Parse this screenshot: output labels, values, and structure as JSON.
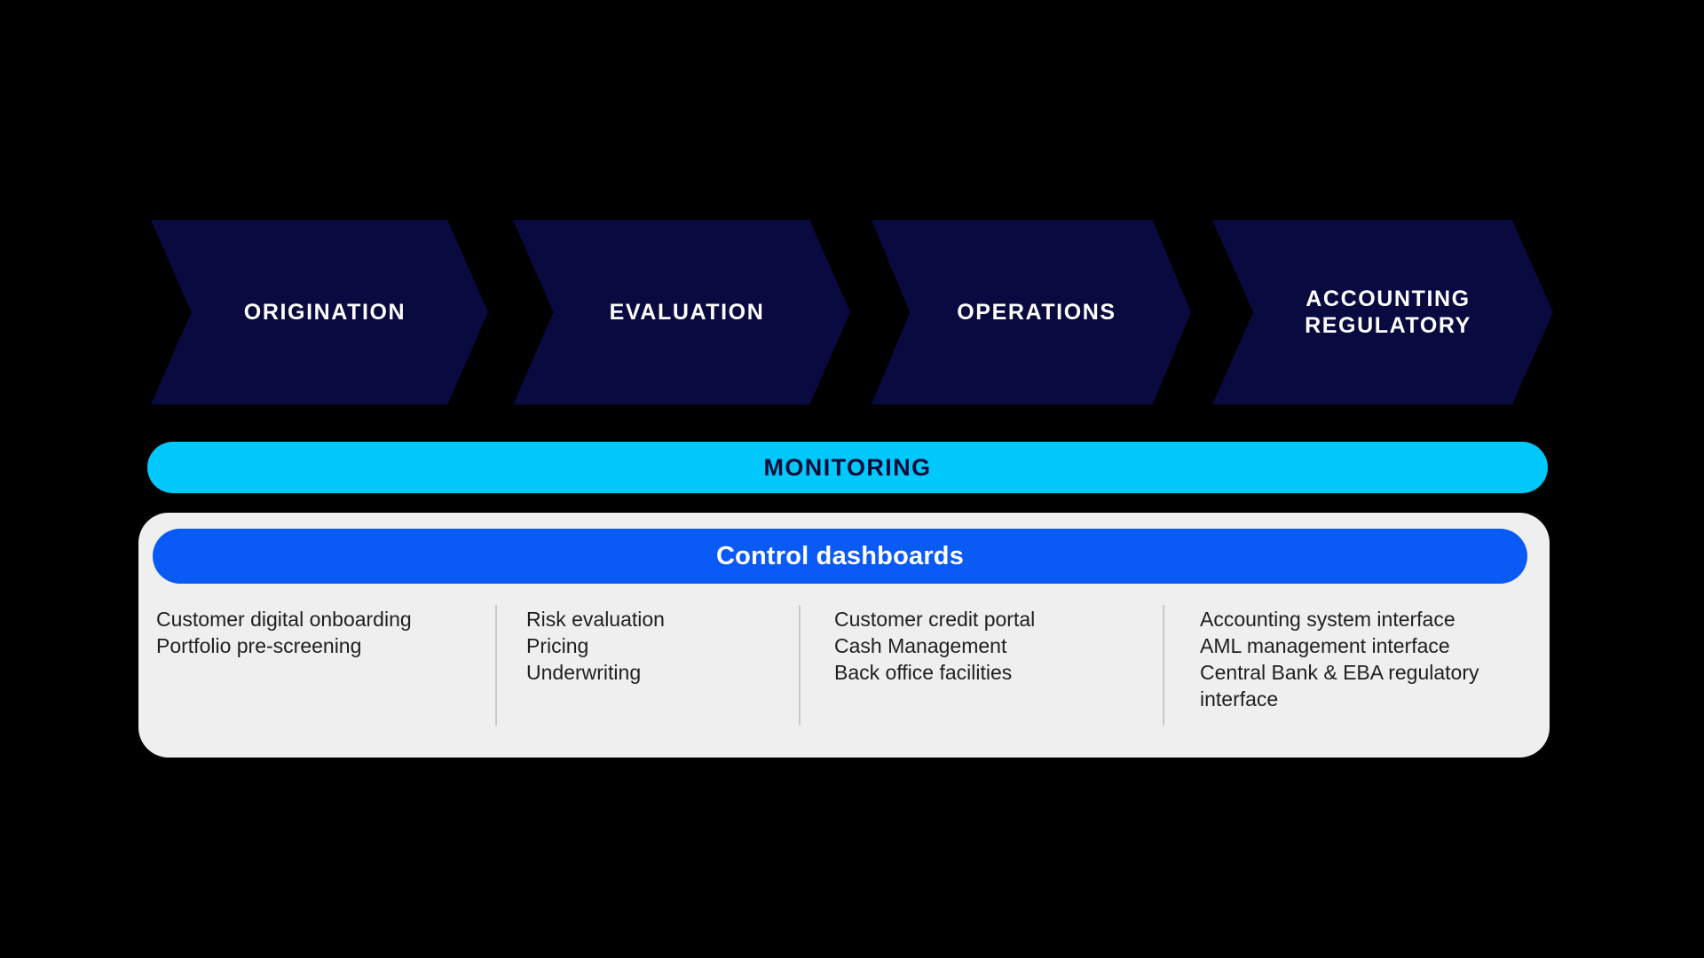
{
  "colors": {
    "background": "#000000",
    "chevron_fill": "#080A40",
    "chevron_text": "#FFFFFF",
    "monitoring_fill": "#00C8FA",
    "monitoring_text": "#0A0B38",
    "dashboards_fill": "#0A5AF5",
    "dashboards_text": "#FFFFFF",
    "panel_fill": "#EFEFEF",
    "column_text": "#1F1F22",
    "divider": "#C9C9C9"
  },
  "stages": [
    {
      "label": "ORIGINATION"
    },
    {
      "label": "EVALUATION"
    },
    {
      "label": "OPERATIONS"
    },
    {
      "label": "ACCOUNTING\nREGULATORY"
    }
  ],
  "monitoring": {
    "label": "MONITORING"
  },
  "dashboards": {
    "label": "Control dashboards"
  },
  "columns": [
    {
      "items": [
        "Customer digital onboarding",
        "Portfolio pre-screening"
      ]
    },
    {
      "items": [
        "Risk evaluation",
        "Pricing",
        "Underwriting"
      ]
    },
    {
      "items": [
        "Customer credit portal",
        "Cash Management",
        "Back office facilities"
      ]
    },
    {
      "items": [
        "Accounting system interface",
        "AML management interface",
        "Central Bank & EBA regulatory interface"
      ]
    }
  ]
}
